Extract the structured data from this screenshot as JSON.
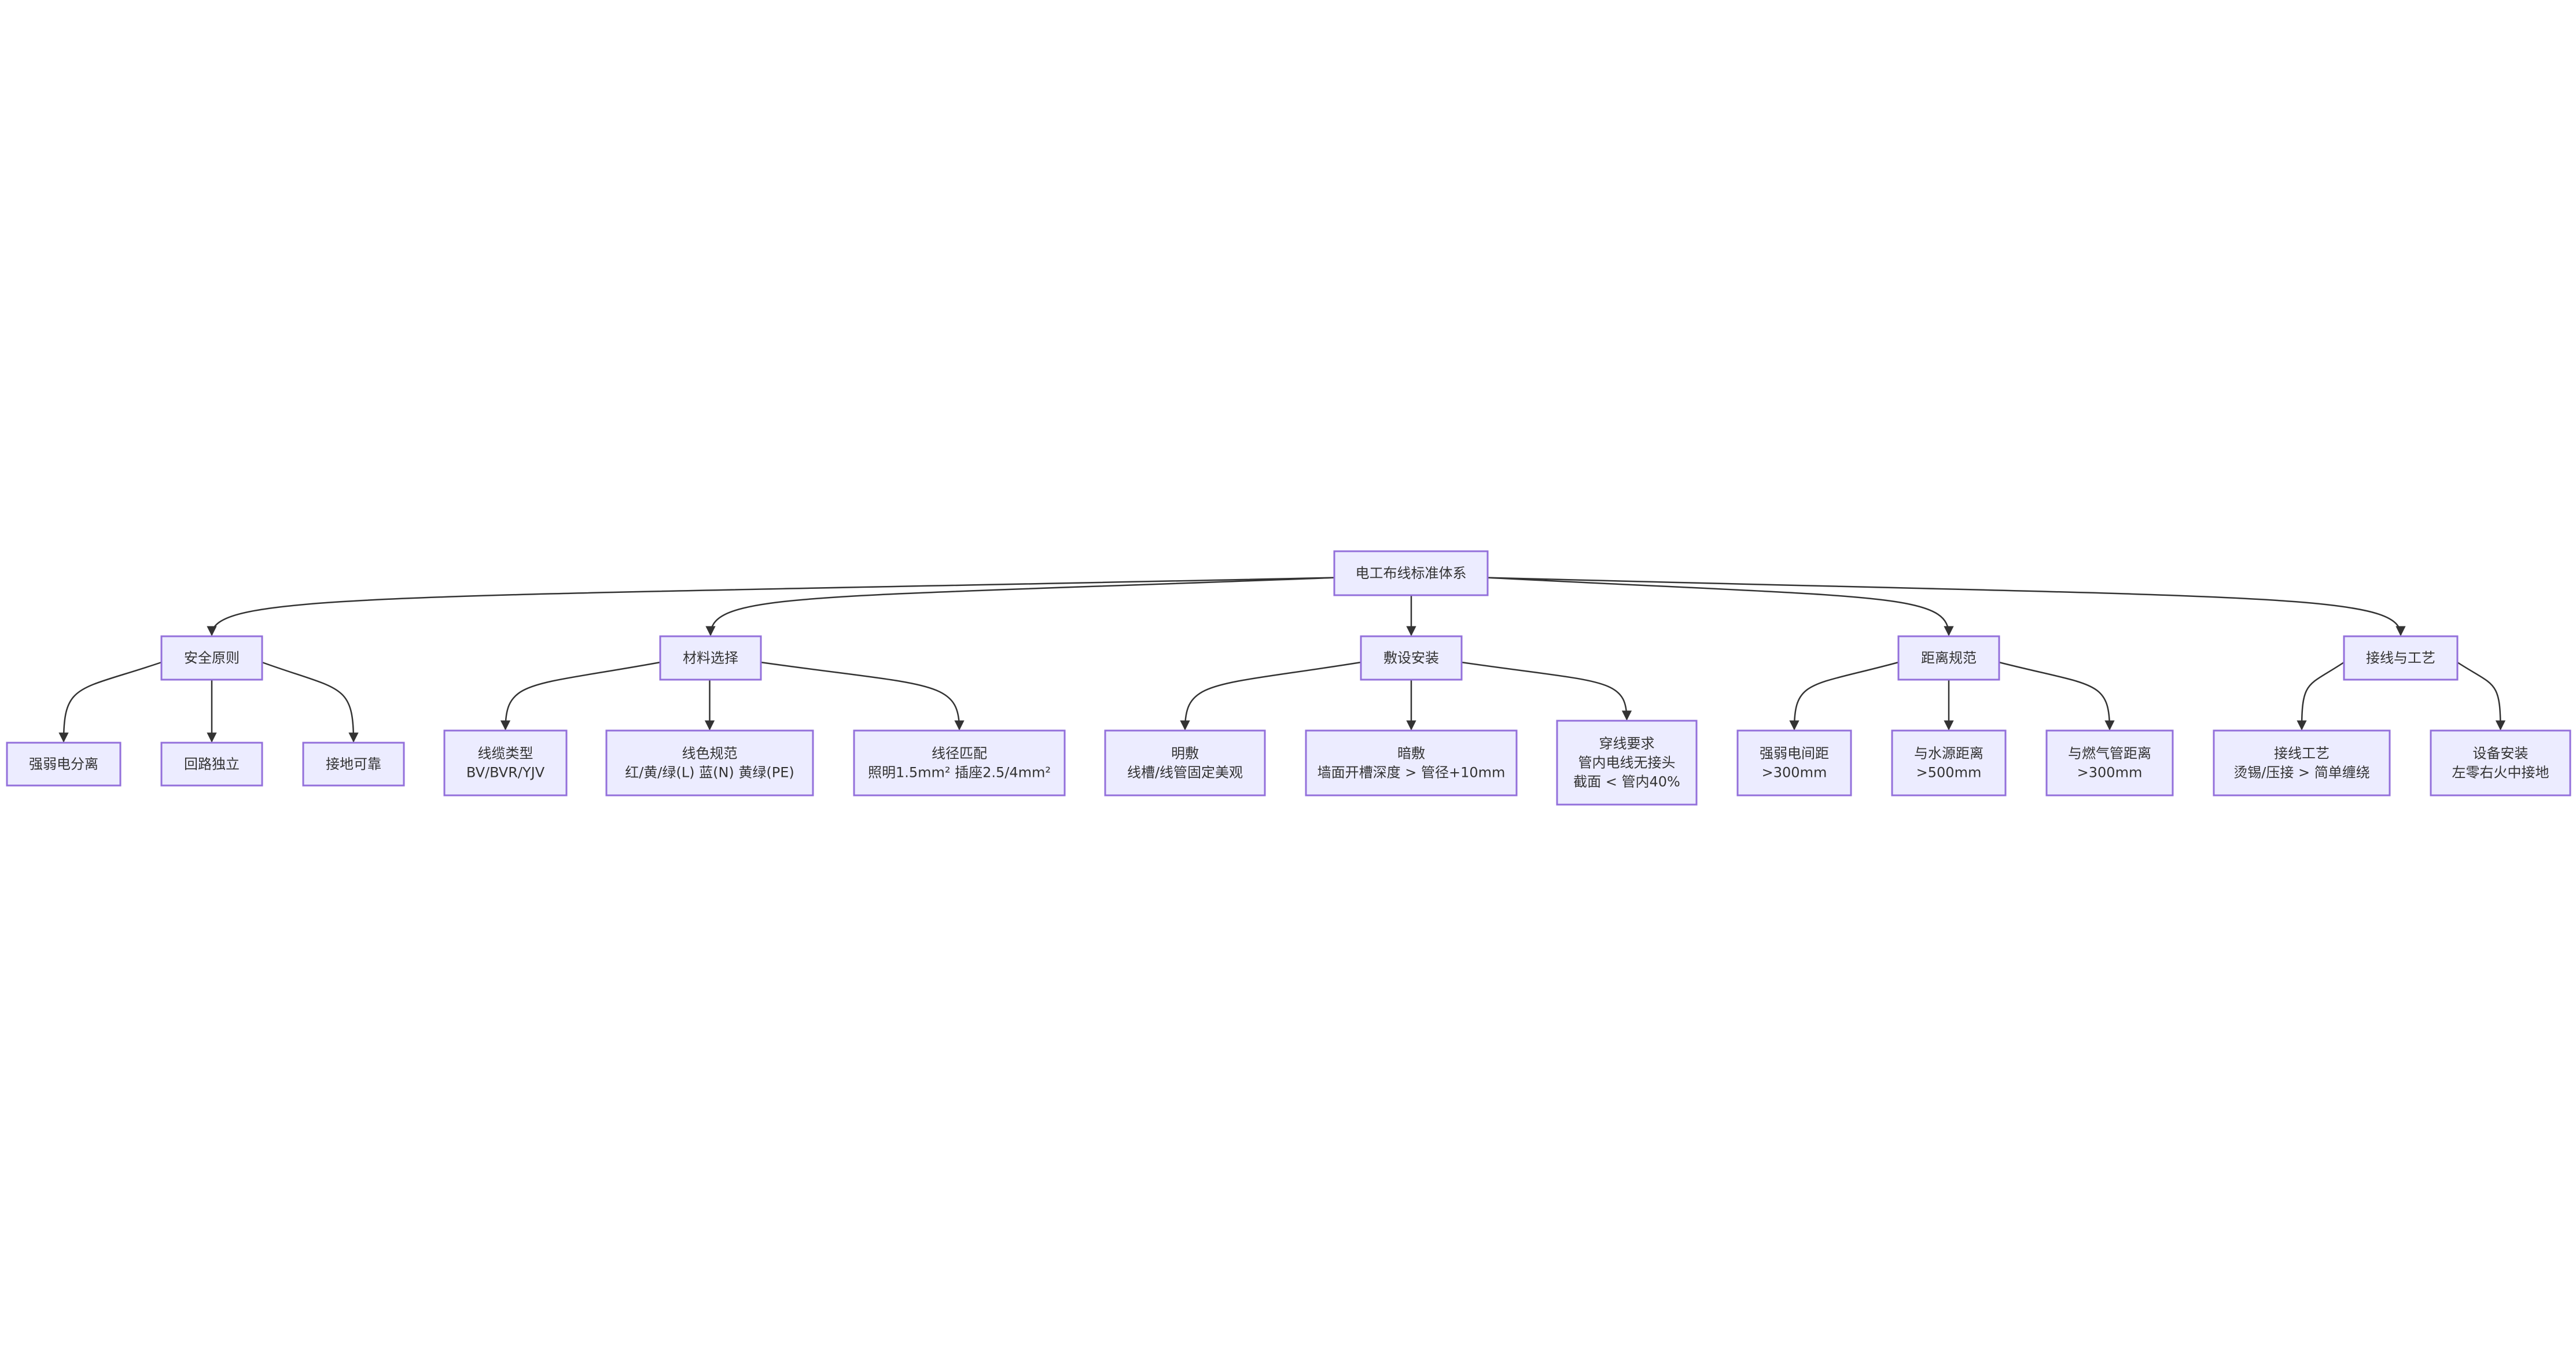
{
  "root": {
    "lines": [
      "电工布线标准体系"
    ]
  },
  "branches": [
    {
      "id": "safety",
      "lines": [
        "安全原则"
      ],
      "children": [
        {
          "id": "s1",
          "lines": [
            "强弱电分离"
          ]
        },
        {
          "id": "s2",
          "lines": [
            "回路独立"
          ]
        },
        {
          "id": "s3",
          "lines": [
            "接地可靠"
          ]
        }
      ]
    },
    {
      "id": "material",
      "lines": [
        "材料选择"
      ],
      "children": [
        {
          "id": "m1",
          "lines": [
            "线缆类型",
            "BV/BVR/YJV"
          ]
        },
        {
          "id": "m2",
          "lines": [
            "线色规范",
            "红/黄/绿(L) 蓝(N) 黄绿(PE)"
          ]
        },
        {
          "id": "m3",
          "lines": [
            "线径匹配",
            "照明1.5mm² 插座2.5/4mm²"
          ]
        }
      ]
    },
    {
      "id": "install",
      "lines": [
        "敷设安装"
      ],
      "children": [
        {
          "id": "i1",
          "lines": [
            "明敷",
            "线槽/线管固定美观"
          ]
        },
        {
          "id": "i2",
          "lines": [
            "暗敷",
            "墙面开槽深度 > 管径+10mm"
          ]
        },
        {
          "id": "i3",
          "lines": [
            "穿线要求",
            "管内电线无接头",
            "截面 < 管内40%"
          ]
        }
      ]
    },
    {
      "id": "distance",
      "lines": [
        "距离规范"
      ],
      "children": [
        {
          "id": "d1",
          "lines": [
            "强弱电间距",
            ">300mm"
          ]
        },
        {
          "id": "d2",
          "lines": [
            "与水源距离",
            ">500mm"
          ]
        },
        {
          "id": "d3",
          "lines": [
            "与燃气管距离",
            ">300mm"
          ]
        }
      ]
    },
    {
      "id": "wiring",
      "lines": [
        "接线与工艺"
      ],
      "children": [
        {
          "id": "w1",
          "lines": [
            "接线工艺",
            "烫锡/压接 > 简单缠绕"
          ]
        },
        {
          "id": "w2",
          "lines": [
            "设备安装",
            "左零右火中接地"
          ]
        }
      ]
    }
  ],
  "colors": {
    "node_fill": "#ECECFF",
    "node_stroke": "#9370DB",
    "edge": "#333333",
    "text": "#333333"
  }
}
